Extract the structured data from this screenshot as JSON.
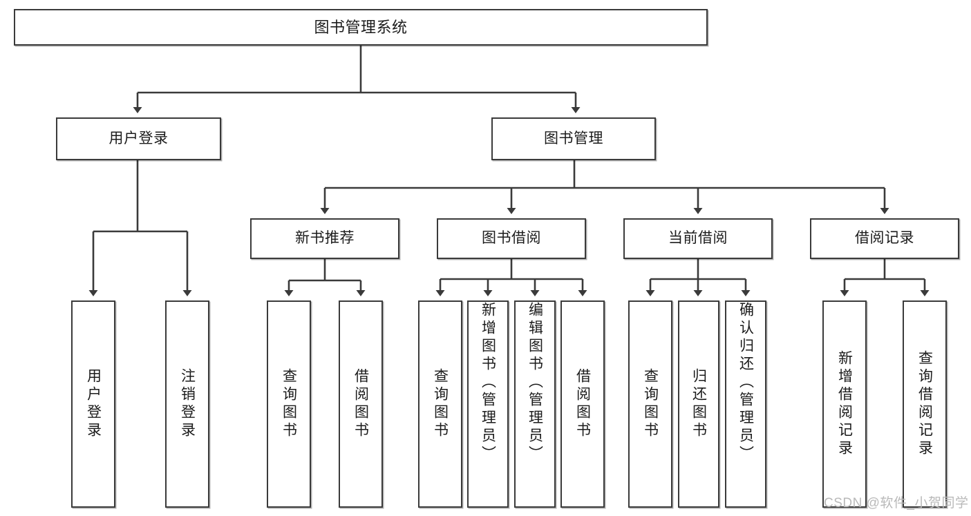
{
  "diagram": {
    "title": "图书管理系统",
    "type": "tree-hierarchy",
    "nodes": {
      "root": {
        "label": "图书管理系统"
      },
      "level2": [
        {
          "id": "user-login",
          "label": "用户登录"
        },
        {
          "id": "book-management",
          "label": "图书管理"
        }
      ],
      "level3": [
        {
          "id": "new-book-recommend",
          "label": "新书推荐"
        },
        {
          "id": "book-borrow",
          "label": "图书借阅"
        },
        {
          "id": "current-borrow",
          "label": "当前借阅"
        },
        {
          "id": "borrow-record",
          "label": "借阅记录"
        }
      ],
      "leaves": [
        {
          "id": "leaf-user-login",
          "label": "用户登录",
          "parent": "user-login"
        },
        {
          "id": "leaf-logout",
          "label": "注销登录",
          "parent": "user-login"
        },
        {
          "id": "leaf-query-book-1",
          "label": "查询图书",
          "parent": "new-book-recommend"
        },
        {
          "id": "leaf-borrow-book-1",
          "label": "借阅图书",
          "parent": "new-book-recommend"
        },
        {
          "id": "leaf-query-book-2",
          "label": "查询图书",
          "parent": "book-borrow"
        },
        {
          "id": "leaf-add-book",
          "label": "新增图书（管理员）",
          "parent": "book-borrow"
        },
        {
          "id": "leaf-edit-book",
          "label": "编辑图书（管理员）",
          "parent": "book-borrow"
        },
        {
          "id": "leaf-borrow-book-2",
          "label": "借阅图书",
          "parent": "book-borrow"
        },
        {
          "id": "leaf-query-book-3",
          "label": "查询图书",
          "parent": "current-borrow"
        },
        {
          "id": "leaf-return-book",
          "label": "归还图书",
          "parent": "current-borrow"
        },
        {
          "id": "leaf-confirm-return",
          "label": "确认归还（管理员）",
          "parent": "current-borrow"
        },
        {
          "id": "leaf-add-record",
          "label": "新增借阅记录",
          "parent": "borrow-record"
        },
        {
          "id": "leaf-query-record",
          "label": "查询借阅记录",
          "parent": "borrow-record"
        }
      ]
    },
    "watermark": "CSDN @软件_小贺同学",
    "colors": {
      "stroke": "#3a3a3a",
      "fill": "#ffffff",
      "text": "#1b1b1b",
      "watermark": "#b9b9b9"
    }
  }
}
